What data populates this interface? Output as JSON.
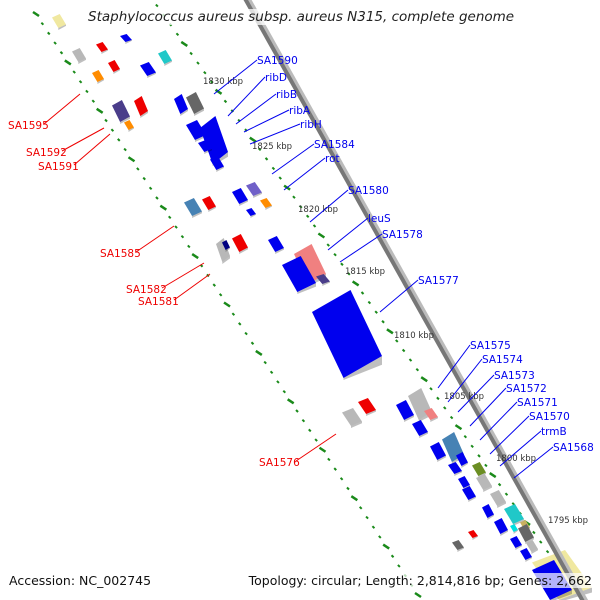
{
  "title": "Staphylococcus aureus subsp. aureus N315, complete genome",
  "footer": {
    "accession": "Accession: NC_002745",
    "summary": "Topology: circular; Length: 2,814,816 bp; Genes: 2,662"
  },
  "colors": {
    "forward_label": "#0000ee",
    "reverse_label": "#ee0000",
    "backbone": "#888888",
    "tick": "#1a8a1a",
    "forward_gene": "#0000ee",
    "reverse_gene": "#ee0000"
  },
  "ruler": {
    "unit": "kbp",
    "ticks": [
      {
        "label": "1830 kbp",
        "kbp": 1830
      },
      {
        "label": "1825 kbp",
        "kbp": 1825
      },
      {
        "label": "1820 kbp",
        "kbp": 1820
      },
      {
        "label": "1815 kbp",
        "kbp": 1815
      },
      {
        "label": "1810 kbp",
        "kbp": 1810
      },
      {
        "label": "1805 kbp",
        "kbp": 1805
      },
      {
        "label": "1800 kbp",
        "kbp": 1800
      },
      {
        "label": "1795 kbp",
        "kbp": 1795
      }
    ]
  },
  "forward_labels": [
    "SA1590",
    "ribD",
    "ribB",
    "ribA",
    "ribH",
    "SA1584",
    "rot",
    "SA1580",
    "leuS",
    "SA1578",
    "SA1577",
    "SA1575",
    "SA1574",
    "SA1573",
    "SA1572",
    "SA1571",
    "SA1570",
    "trmB",
    "SA1568"
  ],
  "reverse_labels": [
    "SA1595",
    "SA1592",
    "SA1591",
    "SA1585",
    "SA1582",
    "SA1581",
    "SA1576"
  ]
}
